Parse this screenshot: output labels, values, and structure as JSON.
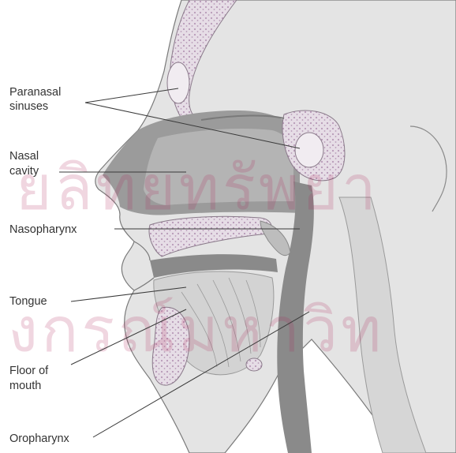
{
  "diagram": {
    "labels": [
      {
        "id": "paranasal",
        "lines": [
          "Paranasal",
          "sinuses"
        ]
      },
      {
        "id": "nasal-cavity",
        "lines": [
          "Nasal",
          "cavity"
        ]
      },
      {
        "id": "nasopharynx",
        "lines": [
          "Nasopharynx"
        ]
      },
      {
        "id": "tongue",
        "lines": [
          "Tongue"
        ]
      },
      {
        "id": "floor-of-mouth",
        "lines": [
          "Floor of",
          "mouth"
        ]
      },
      {
        "id": "oropharynx",
        "lines": [
          "Oropharynx"
        ]
      }
    ],
    "watermark": {
      "line1": "ยลิทยทรัพยา",
      "line2": "งกรณ์มหาวิท"
    },
    "colors": {
      "background": "#ffffff",
      "skin": "#e4e4e4",
      "tissue": "#cfcfcf",
      "cavity": "#9b9b9b",
      "airway": "#808080",
      "bone": "#e6dde6",
      "bone_dots": "#b79ab7",
      "outline": "#7a7a7a",
      "text": "#333333",
      "watermark": "#b0255a"
    }
  }
}
